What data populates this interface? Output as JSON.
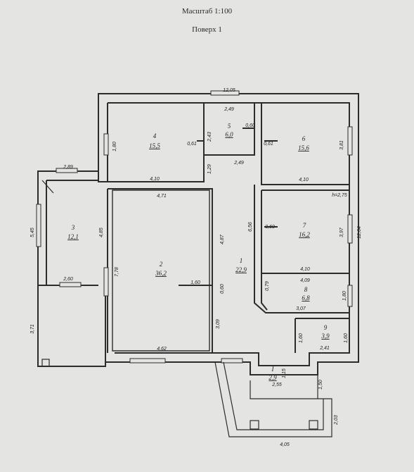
{
  "header": {
    "scale": "Масштаб 1:100",
    "floor": "Поверх 1"
  },
  "rooms": [
    {
      "number": "1",
      "area": "22,9"
    },
    {
      "number": "2",
      "area": "36,2"
    },
    {
      "number": "3",
      "area": "12,1"
    },
    {
      "number": "4",
      "area": "15,5"
    },
    {
      "number": "5",
      "area": "6,0"
    },
    {
      "number": "6",
      "area": "15,6"
    },
    {
      "number": "7",
      "area": "16,2"
    },
    {
      "number": "8",
      "area": "6,8"
    },
    {
      "number": "9",
      "area": "3,9"
    },
    {
      "number": "I",
      "area": "2,9"
    }
  ],
  "dimensions": {
    "overall_width": "12,05",
    "d_2_49_top": "2,49",
    "d_2_43": "2,43",
    "d_0_60_r5": "0,60",
    "d_0_61_r4": "0,61",
    "d_0_61_r6": "0,61",
    "d_1_80_r4": "1,80",
    "d_3_81": "3,81",
    "d_4_10_r4": "4,10",
    "d_1_29": "1,29",
    "d_2_49_corr": "2,49",
    "d_4_10_r6": "4,10",
    "d_2_89": "2,89",
    "d_4_71": "4,71",
    "d_h_2_75": "h=2,75",
    "d_5_45": "5,45",
    "d_4_85": "4,85",
    "d_4_87": "4,87",
    "d_6_56": "6,56",
    "d_0_60_r7": "0,60",
    "d_3_97": "3,97",
    "d_12_64": "12,64",
    "d_2_60": "2,60",
    "d_7_78": "7,78",
    "d_4_10_r7": "4,10",
    "d_4_09": "4,09",
    "d_0_79": "0,79",
    "d_1_60_r2": "1,60",
    "d_0_60_corr": "0,60",
    "d_1_80_r8": "1,80",
    "d_3_07": "3,07",
    "d_3_71": "3,71",
    "d_3_09": "3,09",
    "d_1_60_r9a": "1,60",
    "d_1_60_r9b": "1,60",
    "d_2_41": "2,41",
    "d_4_62": "4,62",
    "d_1_15": "1,15",
    "d_2_55": "2,55",
    "d_1_50": "1,50",
    "d_2_03": "2,03",
    "d_4_05": "4,05"
  }
}
